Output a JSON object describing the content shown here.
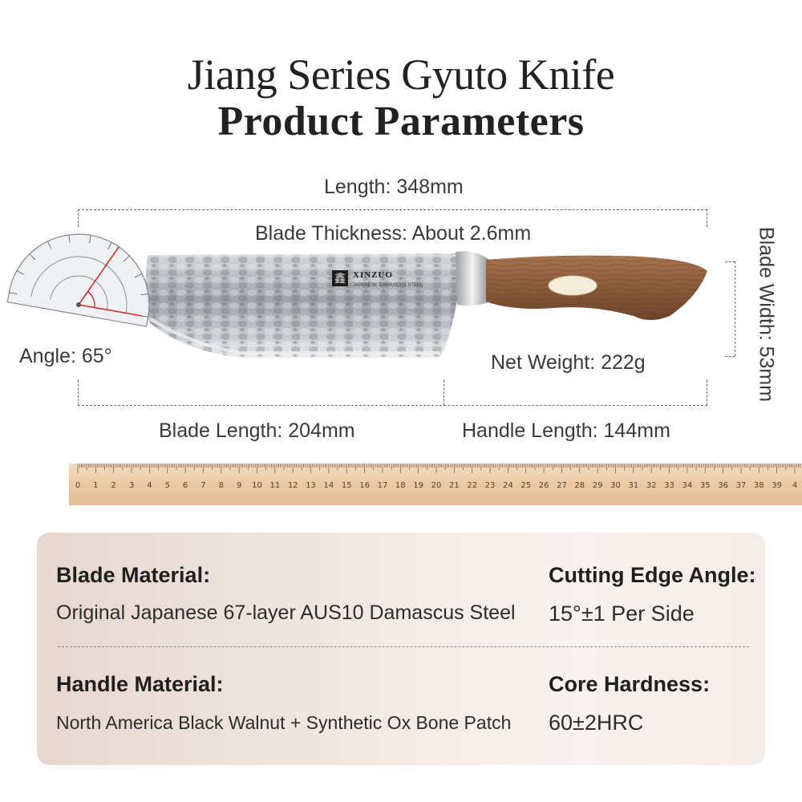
{
  "title": {
    "line1": "Jiang Series Gyuto Knife",
    "line2": "Product Parameters"
  },
  "dimensions": {
    "length": "Length: 348mm",
    "blade_thickness": "Blade Thickness: About 2.6mm",
    "angle": "Angle: 65°",
    "net_weight": "Net Weight: 222g",
    "blade_length": "Blade Length: 204mm",
    "handle_length": "Handle Length: 144mm",
    "blade_width": "Blade Width: 53mm"
  },
  "brand": {
    "logo_text": "XINZUO",
    "logo_mark": "鑫",
    "engraving": "JAPANESE DAMASCUS STEEL"
  },
  "ruler": {
    "labels": [
      "0",
      "1",
      "2",
      "3",
      "4",
      "5",
      "6",
      "7",
      "8",
      "9",
      "10",
      "11",
      "12",
      "13",
      "14",
      "15",
      "16",
      "17",
      "18",
      "19",
      "20",
      "21",
      "22",
      "23",
      "24",
      "25",
      "26",
      "27",
      "28",
      "29",
      "30",
      "31",
      "32",
      "33",
      "34",
      "35",
      "36",
      "37",
      "38",
      "39",
      "4"
    ]
  },
  "specs": {
    "blade_material_label": "Blade Material:",
    "blade_material_value": "Original Japanese 67-layer AUS10 Damascus Steel",
    "edge_angle_label": "Cutting Edge Angle:",
    "edge_angle_value": "15°±1 Per Side",
    "handle_material_label": "Handle Material:",
    "handle_material_value": "North America Black Walnut + Synthetic Ox Bone Patch",
    "hardness_label": "Core Hardness:",
    "hardness_value": "60±2HRC"
  },
  "colors": {
    "walnut": "#8b5a3a",
    "steel": "#b8bcc1",
    "panel": "#efe4de",
    "ruler": "#ecd0ad"
  }
}
